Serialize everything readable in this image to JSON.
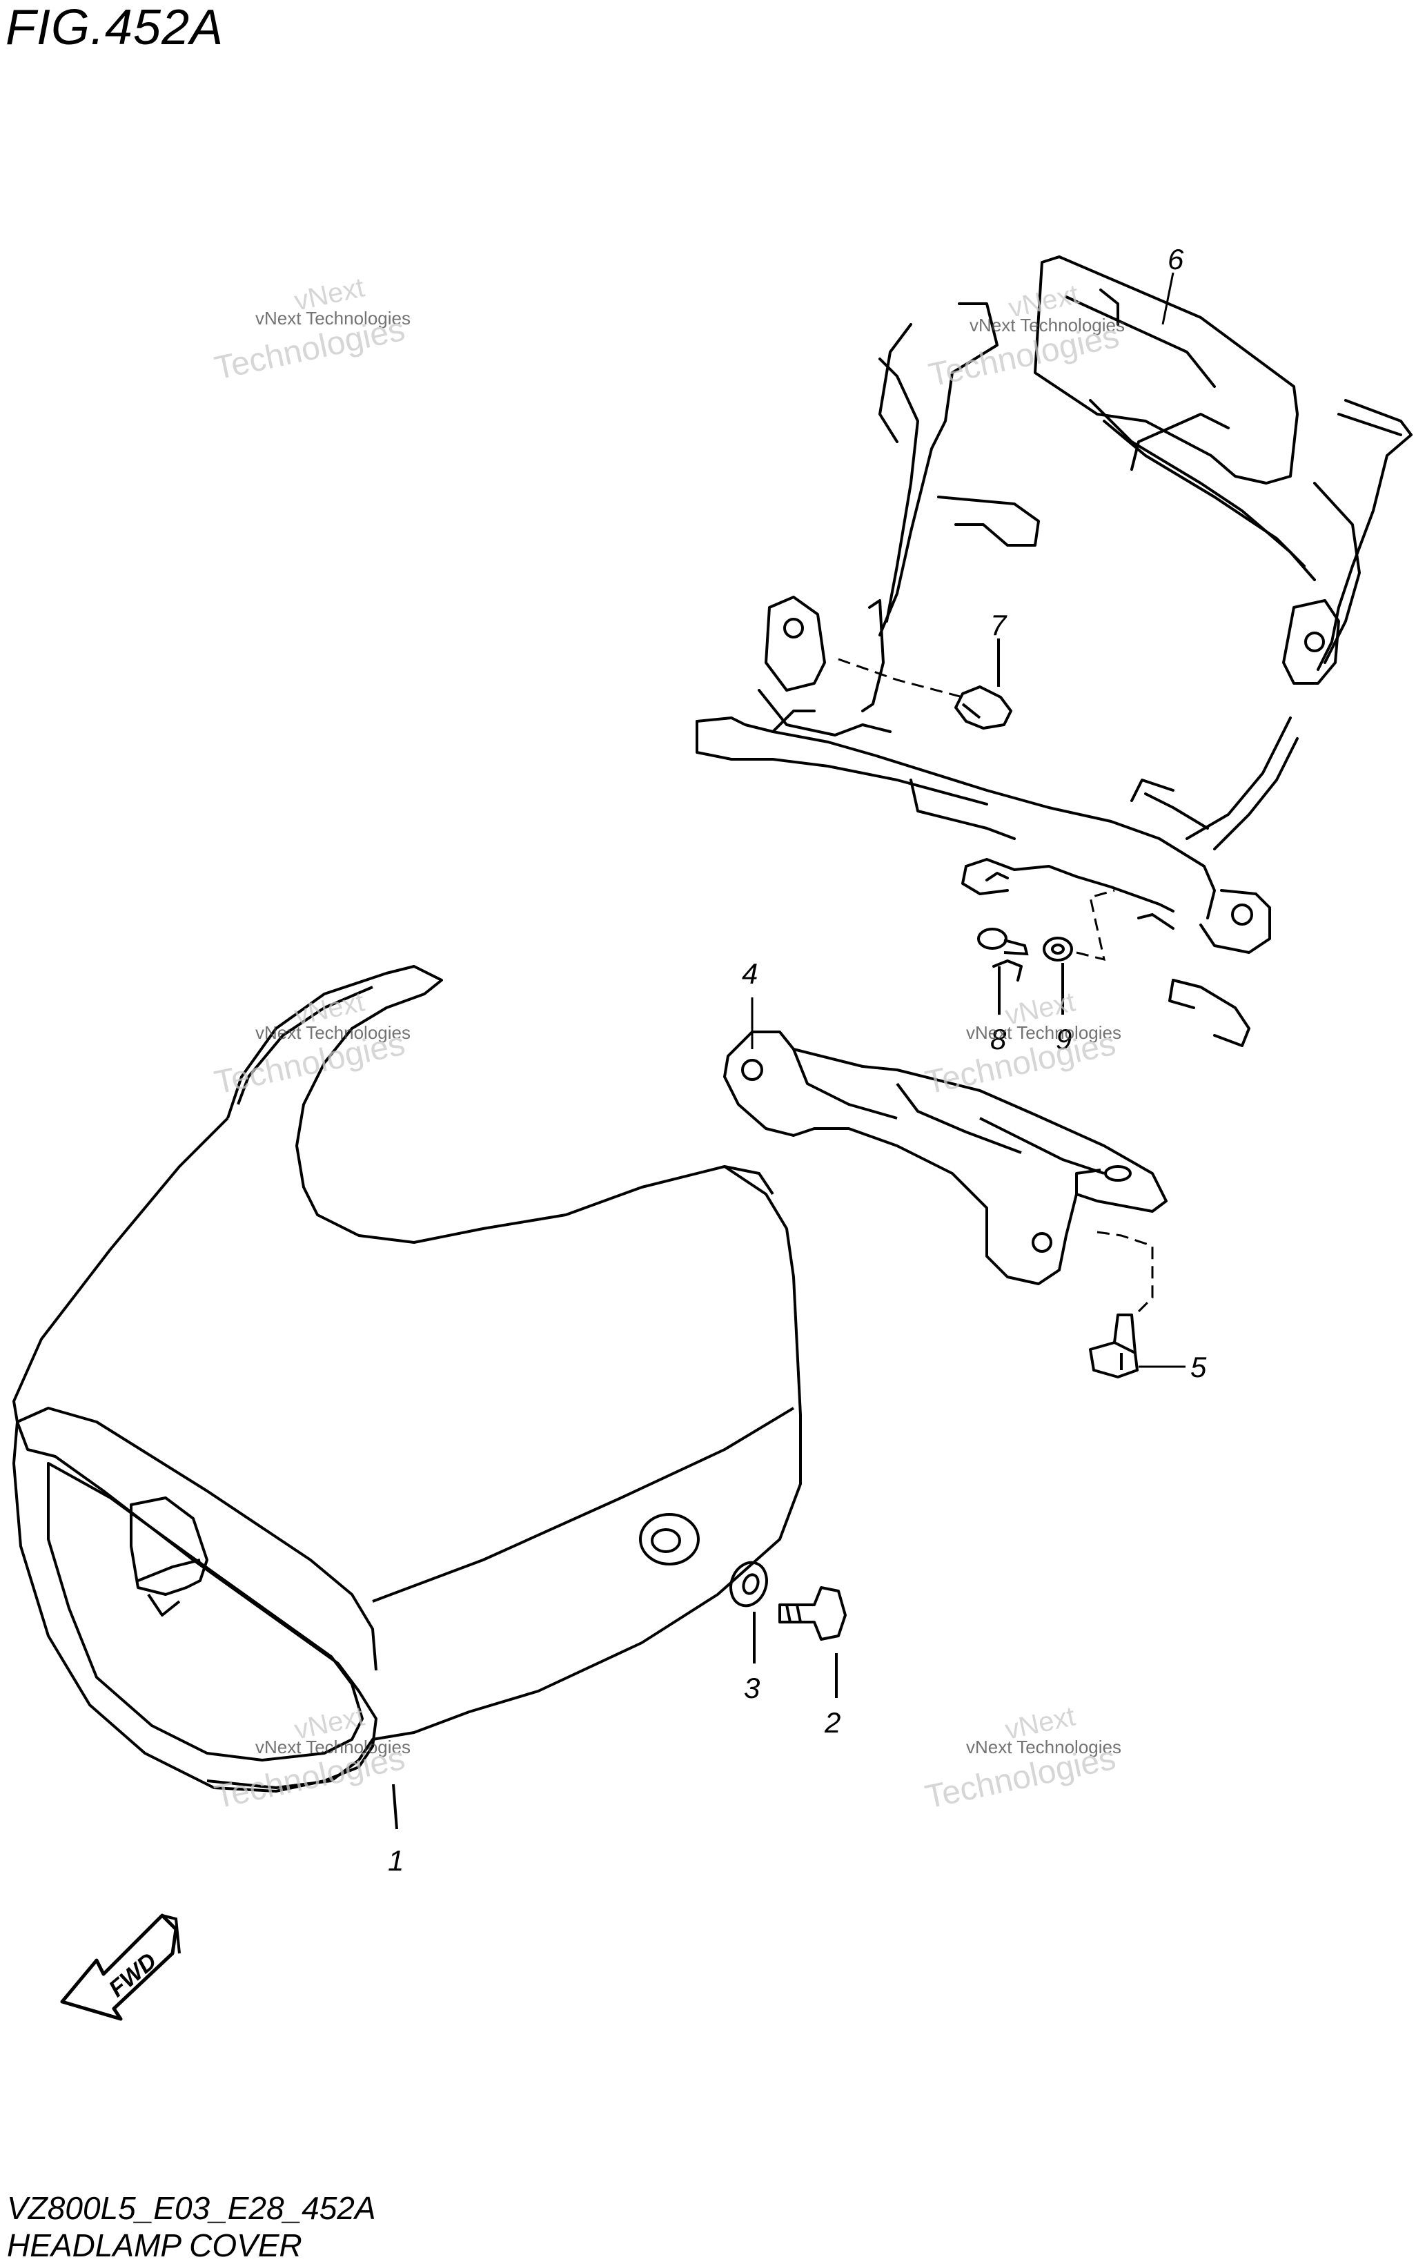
{
  "figure": {
    "title": "FIG.452A",
    "code": "VZ800L5_E03_E28_452A",
    "name": "HEADLAMP COVER"
  },
  "fwd_label": "FWD",
  "watermark": {
    "line1": "vNext Technologies",
    "line2": "vNext",
    "line3": "Technologies"
  },
  "callouts": [
    "1",
    "2",
    "3",
    "4",
    "5",
    "6",
    "7",
    "8",
    "9"
  ]
}
